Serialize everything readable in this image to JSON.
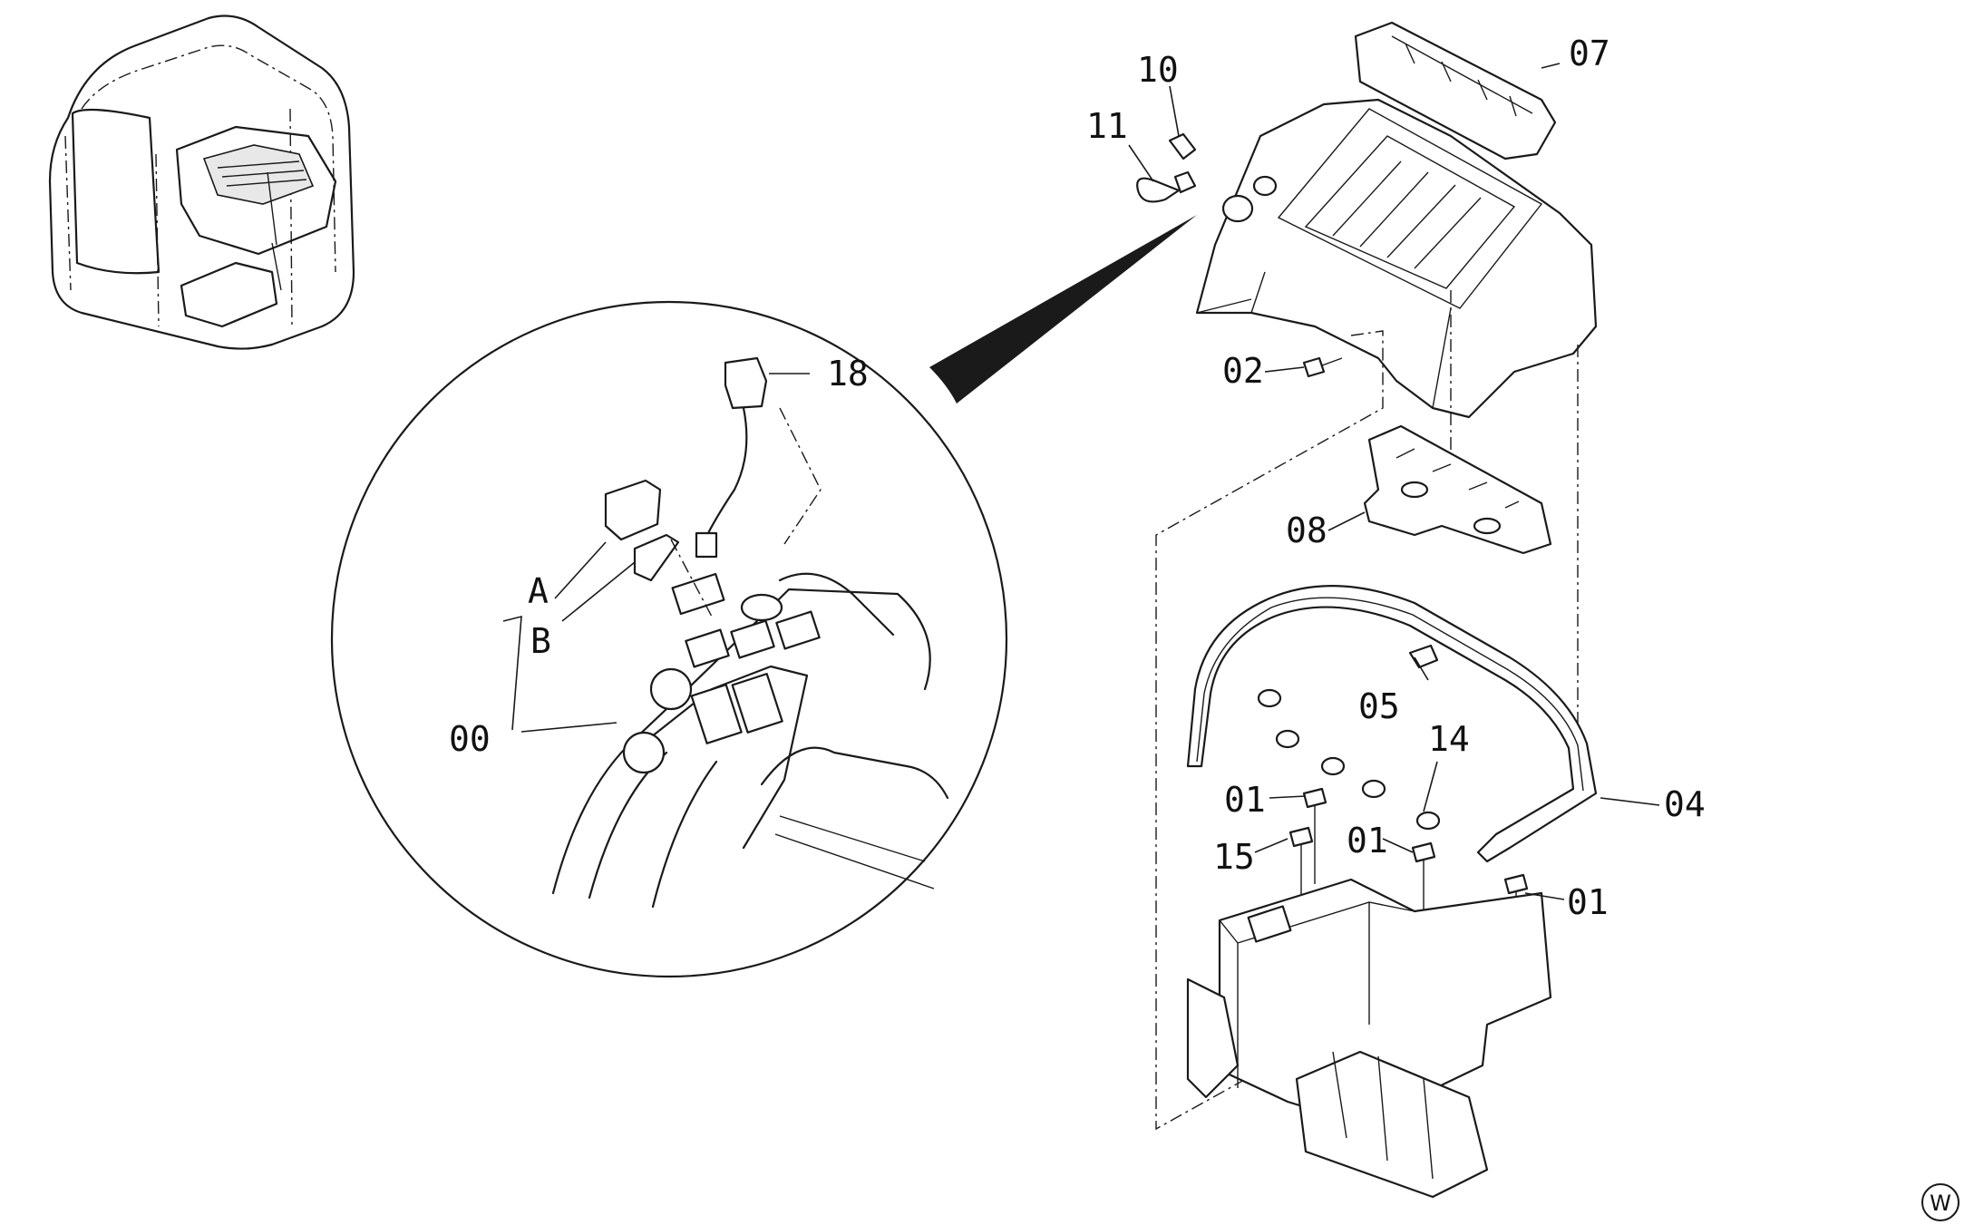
{
  "parts": [
    {
      "id": "07",
      "label": "07"
    },
    {
      "id": "10",
      "label": "10"
    },
    {
      "id": "11",
      "label": "11"
    },
    {
      "id": "02",
      "label": "02"
    },
    {
      "id": "08",
      "label": "08"
    },
    {
      "id": "18",
      "label": "18"
    },
    {
      "id": "A",
      "label": "A"
    },
    {
      "id": "B",
      "label": "B"
    },
    {
      "id": "00",
      "label": "00"
    },
    {
      "id": "05",
      "label": "05"
    },
    {
      "id": "14",
      "label": "14"
    },
    {
      "id": "04",
      "label": "04"
    },
    {
      "id": "01a",
      "label": "01"
    },
    {
      "id": "15",
      "label": "15"
    },
    {
      "id": "01b",
      "label": "01"
    },
    {
      "id": "01c",
      "label": "01"
    }
  ],
  "mark": "W"
}
